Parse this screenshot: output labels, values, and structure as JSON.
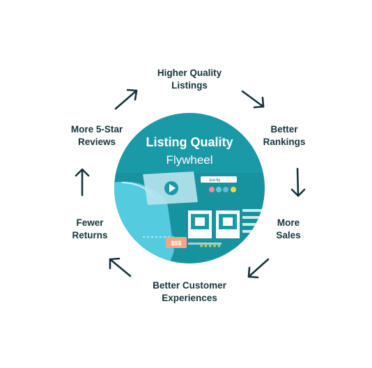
{
  "center": {
    "title": "Listing Quality",
    "subtitle": "Flywheel",
    "badge_text": "$$$",
    "sort_label": "Sort By"
  },
  "cycle": [
    {
      "id": "higher-quality-listings",
      "label": "Higher Quality\nListings"
    },
    {
      "id": "better-rankings",
      "label": "Better\nRankings"
    },
    {
      "id": "more-sales",
      "label": "More\nSales"
    },
    {
      "id": "better-customer-experiences",
      "label": "Better Customer\nExperiences"
    },
    {
      "id": "fewer-returns",
      "label": "Fewer\nReturns"
    },
    {
      "id": "more-5-star-reviews",
      "label": "More 5-Star\nReviews"
    }
  ],
  "colors": {
    "circle": "#1a9aa6",
    "circle_dark": "#138793",
    "shirt": "#55cbe0",
    "text_dark": "#15333b",
    "badge": "#f2a58a",
    "stars": "#f5d547",
    "dot_pink": "#f28b9a",
    "dot_teal": "#5fd0cf",
    "dot_blue": "#6fb2e6",
    "dot_yellow": "#f5d547"
  }
}
